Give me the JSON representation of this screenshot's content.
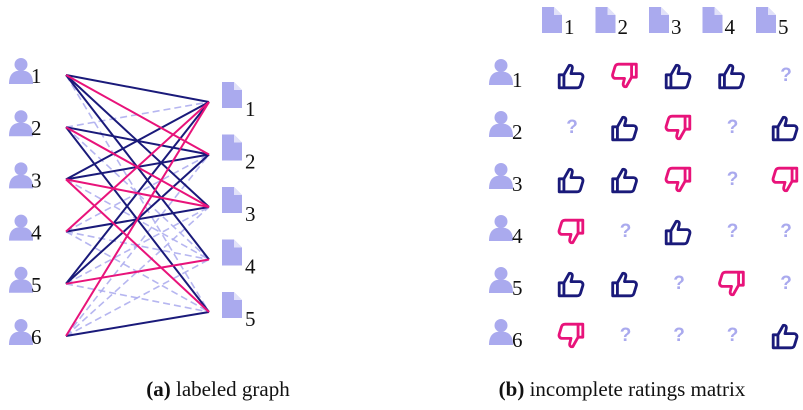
{
  "colors": {
    "node_fill": "#aaaaee",
    "like": "#1a1a7a",
    "dislike": "#e8137a",
    "unknown": "#aaaaee"
  },
  "icons": {
    "user": "user-icon",
    "item": "document-icon",
    "like": "thumbs-up-icon",
    "dislike": "thumbs-down-icon",
    "unknown": "question-mark-icon"
  },
  "users": [
    "1",
    "2",
    "3",
    "4",
    "5",
    "6"
  ],
  "items": [
    "1",
    "2",
    "3",
    "4",
    "5"
  ],
  "unknown_symbol": "?",
  "ratings": [
    [
      "like",
      "dislike",
      "like",
      "like",
      "unknown"
    ],
    [
      "unknown",
      "like",
      "dislike",
      "unknown",
      "like"
    ],
    [
      "like",
      "like",
      "dislike",
      "unknown",
      "dislike"
    ],
    [
      "dislike",
      "unknown",
      "like",
      "unknown",
      "unknown"
    ],
    [
      "like",
      "like",
      "unknown",
      "dislike",
      "unknown"
    ],
    [
      "dislike",
      "unknown",
      "unknown",
      "unknown",
      "like"
    ]
  ],
  "captions": {
    "a": {
      "label": "(a)",
      "text": "labeled graph"
    },
    "b": {
      "label": "(b)",
      "text": "incomplete ratings matrix"
    }
  }
}
